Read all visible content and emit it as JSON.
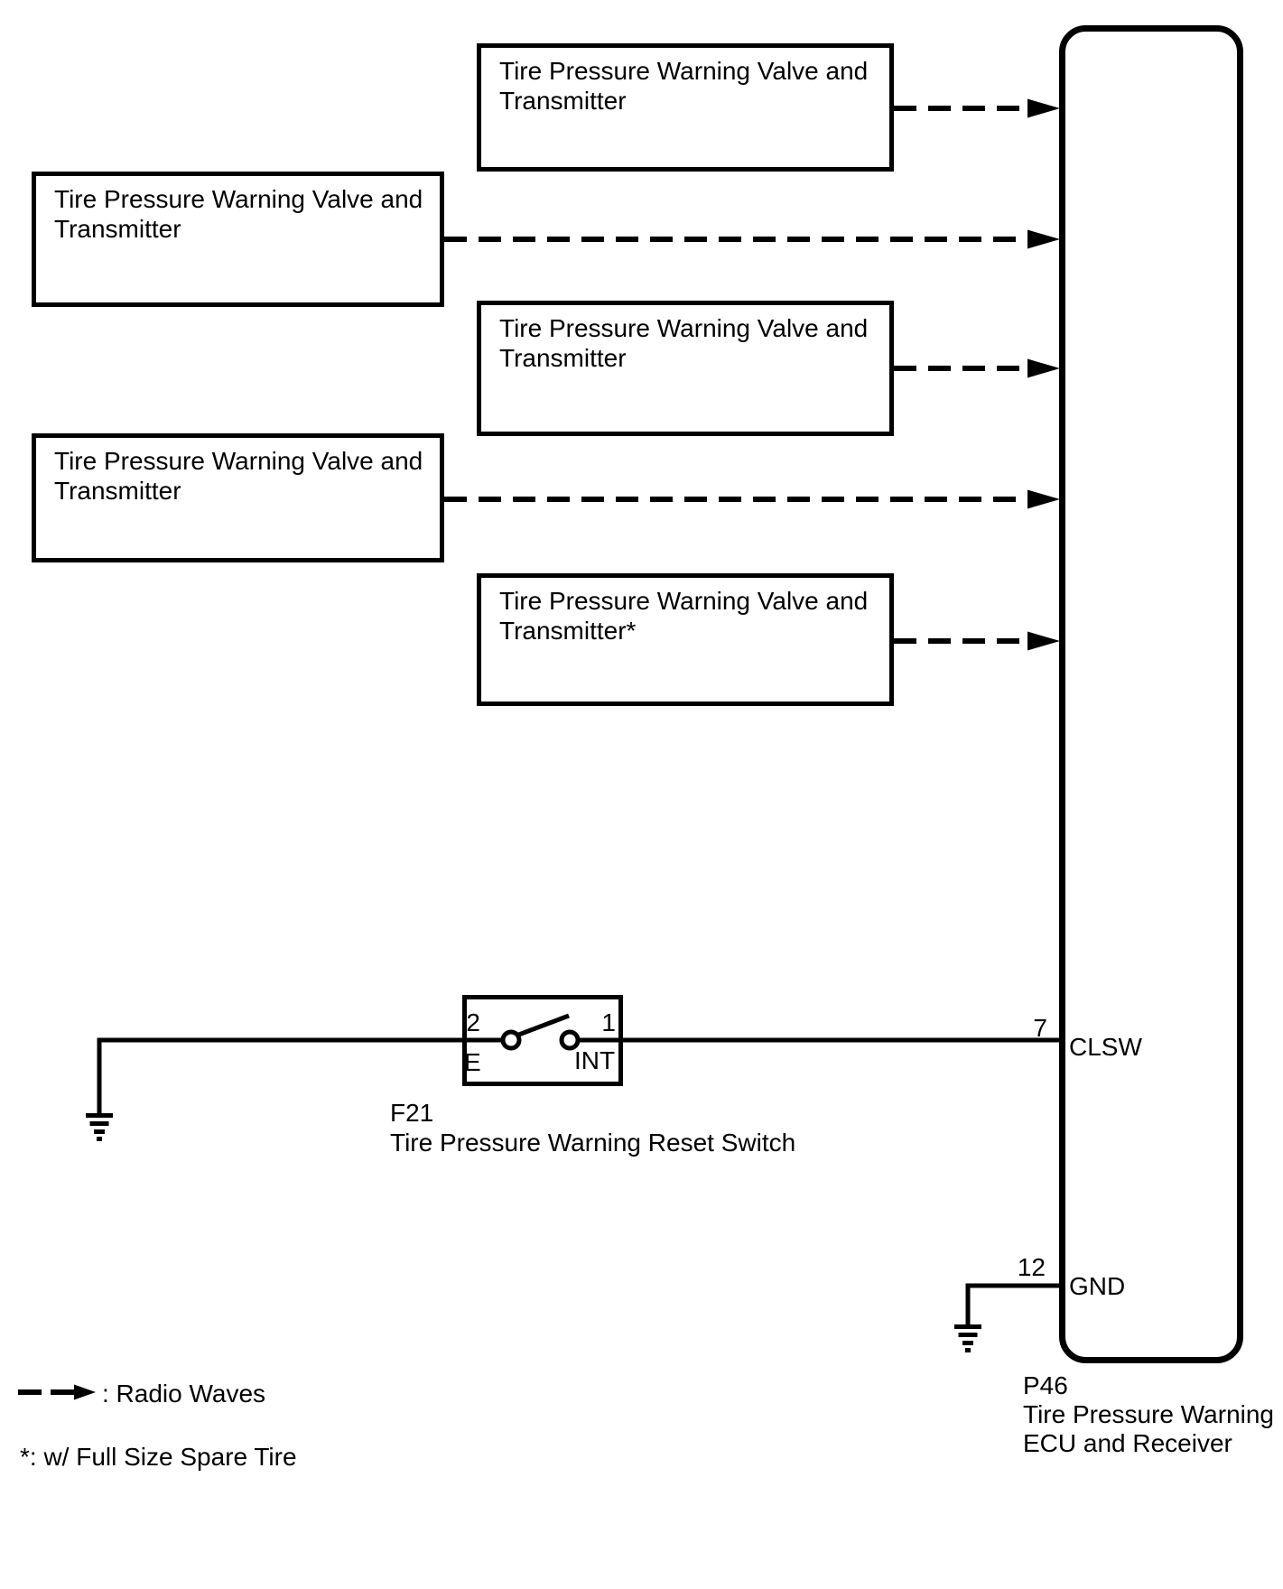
{
  "transmitters": [
    {
      "line1": "Tire Pressure Warning Valve and",
      "line2": "Transmitter"
    },
    {
      "line1": "Tire Pressure Warning Valve and",
      "line2": "Transmitter"
    },
    {
      "line1": "Tire Pressure Warning Valve and",
      "line2": "Transmitter"
    },
    {
      "line1": "Tire Pressure Warning Valve and",
      "line2": "Transmitter"
    },
    {
      "line1": "Tire Pressure Warning Valve and",
      "line2": "Transmitter*"
    }
  ],
  "reset_switch": {
    "code": "F21",
    "name": "Tire Pressure Warning Reset Switch",
    "pin_left_number": "2",
    "pin_right_number": "1",
    "pin_left_label": "E",
    "pin_right_label": "INT"
  },
  "ecu": {
    "code": "P46",
    "name_line1": "Tire Pressure Warning",
    "name_line2": "ECU and Receiver",
    "pin_clsw": {
      "number": "7",
      "label": "CLSW"
    },
    "pin_gnd": {
      "number": "12",
      "label": "GND"
    }
  },
  "legend": {
    "radio_waves_label": ": Radio Waves",
    "footnote": "*: w/ Full Size Spare Tire"
  },
  "colors": {
    "ink": "#000000",
    "background": "#ffffff"
  }
}
